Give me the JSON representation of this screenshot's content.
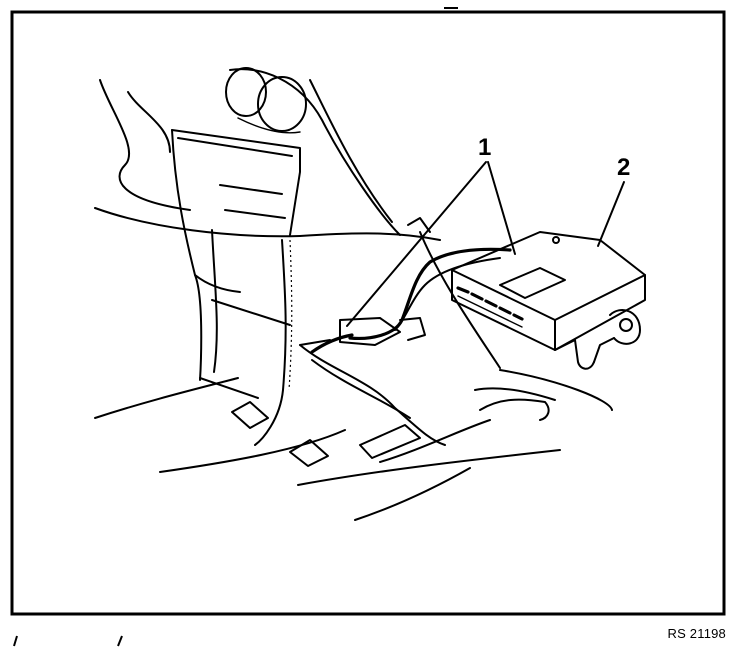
{
  "callouts": [
    {
      "id": "1",
      "label": "1"
    },
    {
      "id": "2",
      "label": "2"
    }
  ],
  "reference_code": "RS 21198",
  "colors": {
    "line": "#000000",
    "background": "#ffffff"
  }
}
